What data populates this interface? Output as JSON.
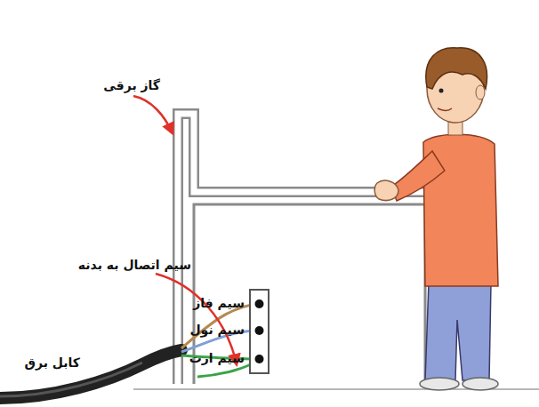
{
  "diagram": {
    "labels": [
      "گاز برقی",
      "سیم اتصال به بدنه",
      "کابل برق",
      "سیم فاز",
      "سیم نول",
      "سیم ارت"
    ]
  }
}
